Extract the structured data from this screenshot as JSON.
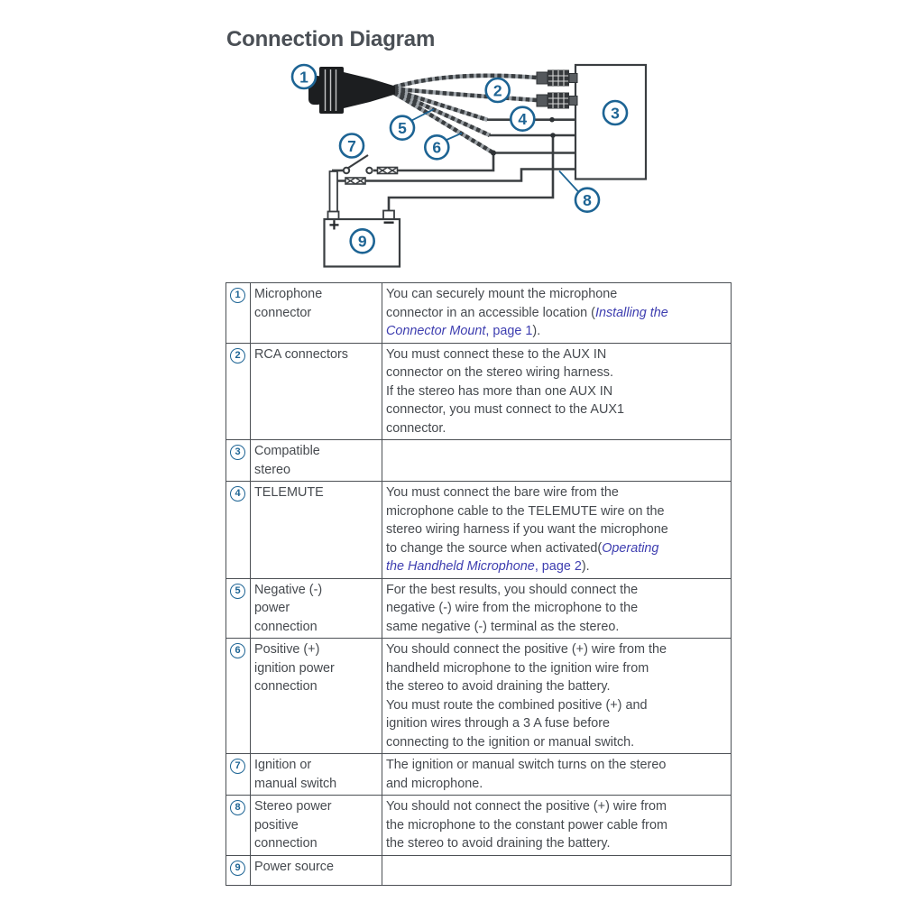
{
  "page": {
    "title": "Connection Diagram"
  },
  "colors": {
    "callout_blue": "#1d6494",
    "wire_dark": "#3a3e41",
    "cable_light": "#9aa0a5",
    "body_text": "#464a4f",
    "link_blue": "#3e3eb0",
    "table_border": "#4c5055"
  },
  "diagram": {
    "callouts": [
      {
        "n": "1",
        "name": "microphone-connector"
      },
      {
        "n": "2",
        "name": "rca-connectors"
      },
      {
        "n": "3",
        "name": "compatible-stereo"
      },
      {
        "n": "4",
        "name": "telemute-wire"
      },
      {
        "n": "5",
        "name": "negative-power-wire"
      },
      {
        "n": "6",
        "name": "positive-ignition-wire"
      },
      {
        "n": "7",
        "name": "ignition-or-manual-switch"
      },
      {
        "n": "8",
        "name": "stereo-power-positive-wire"
      },
      {
        "n": "9",
        "name": "power-source-battery"
      }
    ],
    "battery": {
      "positive_symbol": "+",
      "negative_symbol": "−"
    }
  },
  "table": {
    "rows": [
      {
        "num": "1",
        "label": "Microphone\nconnector",
        "desc": [
          {
            "t": "You can securely mount the microphone\nconnector in an accessible location ("
          },
          {
            "t": "Installing the\nConnector Mount",
            "s": "li"
          },
          {
            "t": ", page 1",
            "s": "l"
          },
          {
            "t": ")."
          }
        ]
      },
      {
        "num": "2",
        "label": "RCA connectors",
        "desc": [
          {
            "t": "You must connect these to the AUX IN\nconnector on the stereo wiring harness.\nIf the stereo has more than one AUX IN\nconnector, you must connect to the AUX1\nconnector."
          }
        ]
      },
      {
        "num": "3",
        "label": "Compatible\nstereo",
        "desc": []
      },
      {
        "num": "4",
        "label": "TELEMUTE",
        "desc": [
          {
            "t": "You must connect the bare wire from the\nmicrophone cable to the TELEMUTE wire on the\nstereo wiring harness if you want the microphone\nto change the source when activated("
          },
          {
            "t": "Operating\nthe Handheld Microphone",
            "s": "li"
          },
          {
            "t": ", page 2",
            "s": "l"
          },
          {
            "t": ")."
          }
        ]
      },
      {
        "num": "5",
        "label": "Negative (-)\npower\nconnection",
        "desc": [
          {
            "t": "For the best results, you should connect the\nnegative (-) wire from the microphone to the\nsame negative (-) terminal as the stereo."
          }
        ]
      },
      {
        "num": "6",
        "label": "Positive (+)\nignition power\nconnection",
        "desc": [
          {
            "t": "You should connect the positive (+) wire from the\nhandheld microphone to the ignition wire from\nthe stereo to avoid draining the battery.\nYou must route the combined positive (+) and\nignition wires through a 3 A fuse before\nconnecting to the ignition or manual switch."
          }
        ]
      },
      {
        "num": "7",
        "label": "Ignition or\nmanual switch",
        "desc": [
          {
            "t": "The ignition or manual switch turns on the stereo\nand microphone."
          }
        ]
      },
      {
        "num": "8",
        "label": "Stereo power\npositive\nconnection",
        "desc": [
          {
            "t": "You should not connect the positive (+) wire from\nthe microphone to the constant power cable from\nthe stereo to avoid draining the battery."
          }
        ]
      },
      {
        "num": "9",
        "label": "Power source",
        "desc": []
      }
    ]
  }
}
